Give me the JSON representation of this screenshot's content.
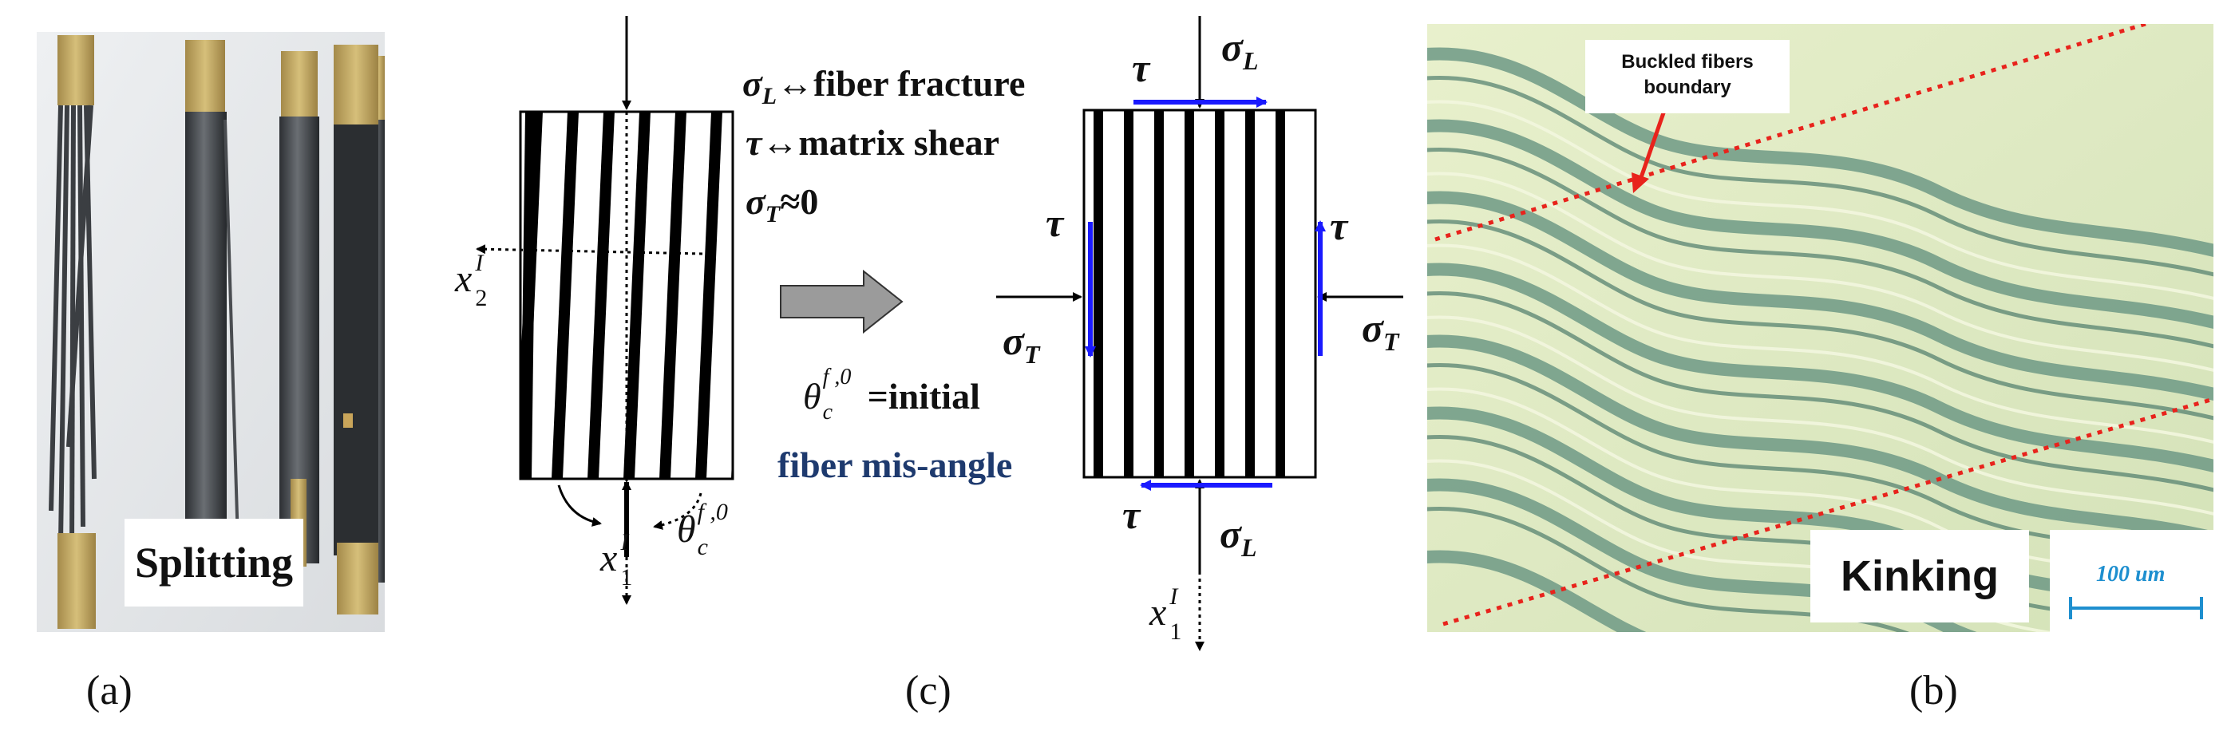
{
  "panel_a": {
    "caption": "(a)",
    "tag": "Splitting"
  },
  "panel_c": {
    "caption": "(c)",
    "left_rect": {
      "axis_top": "x",
      "axis_top_sup": "I",
      "axis_top_sub": "2",
      "axis_bottom": "x",
      "axis_bottom_sup": "I",
      "axis_bottom_sub": "1",
      "theta": "θ",
      "theta_sup": "f ,0",
      "theta_sub": "c"
    },
    "annotations": {
      "sigma": "σ",
      "sub_L": "L",
      "sub_T": "T",
      "tau": "τ",
      "arrow_pair": "↔",
      "fiber_fracture": "fiber fracture",
      "matrix_shear": "matrix shear",
      "approx_zero": "≈0",
      "initial_eq": "=initial",
      "mis_angle": "fiber mis-angle"
    },
    "right_rect": {
      "sigma_L_top": "σ",
      "sigma_L_bottom": "σ",
      "sigma_T_left": "σ",
      "sigma_T_right": "σ",
      "tau": "τ",
      "axis_bottom": "x",
      "axis_bottom_sup": "I",
      "axis_bottom_sub": "1"
    },
    "colors": {
      "shear_arrow": "#1a1aff",
      "line": "#000000"
    }
  },
  "panel_b": {
    "caption": "(b)",
    "boundary_label_line1": "Buckled fibers",
    "boundary_label_line2": "boundary",
    "tag": "Kinking",
    "scale_bar": "100 um",
    "colors": {
      "boundary": "#e8231c",
      "scale": "#1e8fcf",
      "fiber_light": "#e6efc8",
      "fiber_dark": "#6f9a86"
    }
  }
}
